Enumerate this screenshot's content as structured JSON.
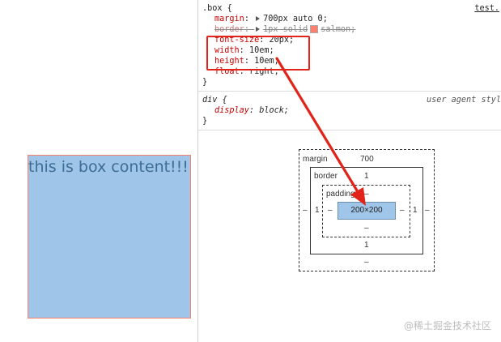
{
  "preview": {
    "box_text": "this is box content!!!",
    "box_bg": "#9fc5e8",
    "box_border": "#fa8072"
  },
  "styles": {
    "rule1": {
      "selector": ".box {",
      "source": "test.",
      "margin_prop": "margin",
      "margin_val": "700px auto 0;",
      "border_prop": "border",
      "border_val_pre": "1px solid",
      "border_val_post": "salmon;",
      "font_size_prop": "font-size",
      "font_size_val": "20px;",
      "width_prop": "width",
      "width_val": "10em;",
      "height_prop": "height",
      "height_val": "10em;",
      "float_prop": "float",
      "float_val": "right;",
      "close": "}"
    },
    "rule2": {
      "selector": "div {",
      "source": "user agent styl",
      "display_prop": "display",
      "display_val": "block;",
      "close": "}"
    },
    "colon": ":"
  },
  "box_model": {
    "margin_label": "margin",
    "margin_top": "700",
    "margin_bottom": "–",
    "margin_left": "–",
    "margin_right": "–",
    "border_label": "border",
    "border_top": "1",
    "border_bottom": "1",
    "border_left": "1",
    "border_right": "1",
    "padding_label": "padding",
    "padding_top": "–",
    "padding_bottom": "–",
    "padding_left": "–",
    "padding_right": "–",
    "content_size": "200×200"
  },
  "annotation_color": "#e2231a",
  "watermark": "@稀土掘金技术社区"
}
